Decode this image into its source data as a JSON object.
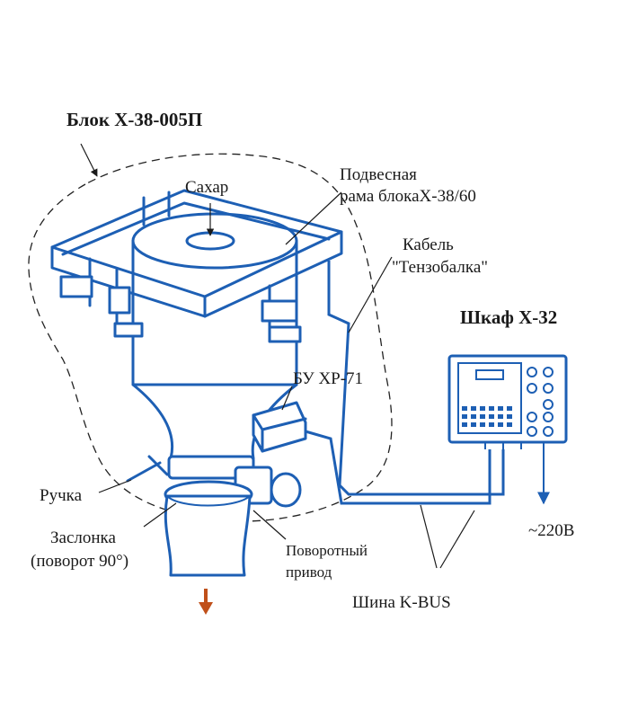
{
  "labels": {
    "block": "Блок X-38-005П",
    "sugar": "Сахар",
    "frame_line1": "Подвесная",
    "frame_line2": "рама блокаX-38/60",
    "cable_line1": "Кабель",
    "cable_line2": "\"Тензобалка\"",
    "cabinet": "Шкаф X-32",
    "control_unit": "БУ XP-71",
    "handle": "Ручка",
    "gate_line1": "Заслонка",
    "gate_line2": "(поворот 90°)",
    "drive_line1": "Поворотный",
    "drive_line2": "привод",
    "bus": "Шина K-BUS",
    "power": "~220В"
  },
  "colors": {
    "equipment": "#1d5fb4",
    "text": "#1a1a1a",
    "flow_arrow": "#c0501a"
  }
}
